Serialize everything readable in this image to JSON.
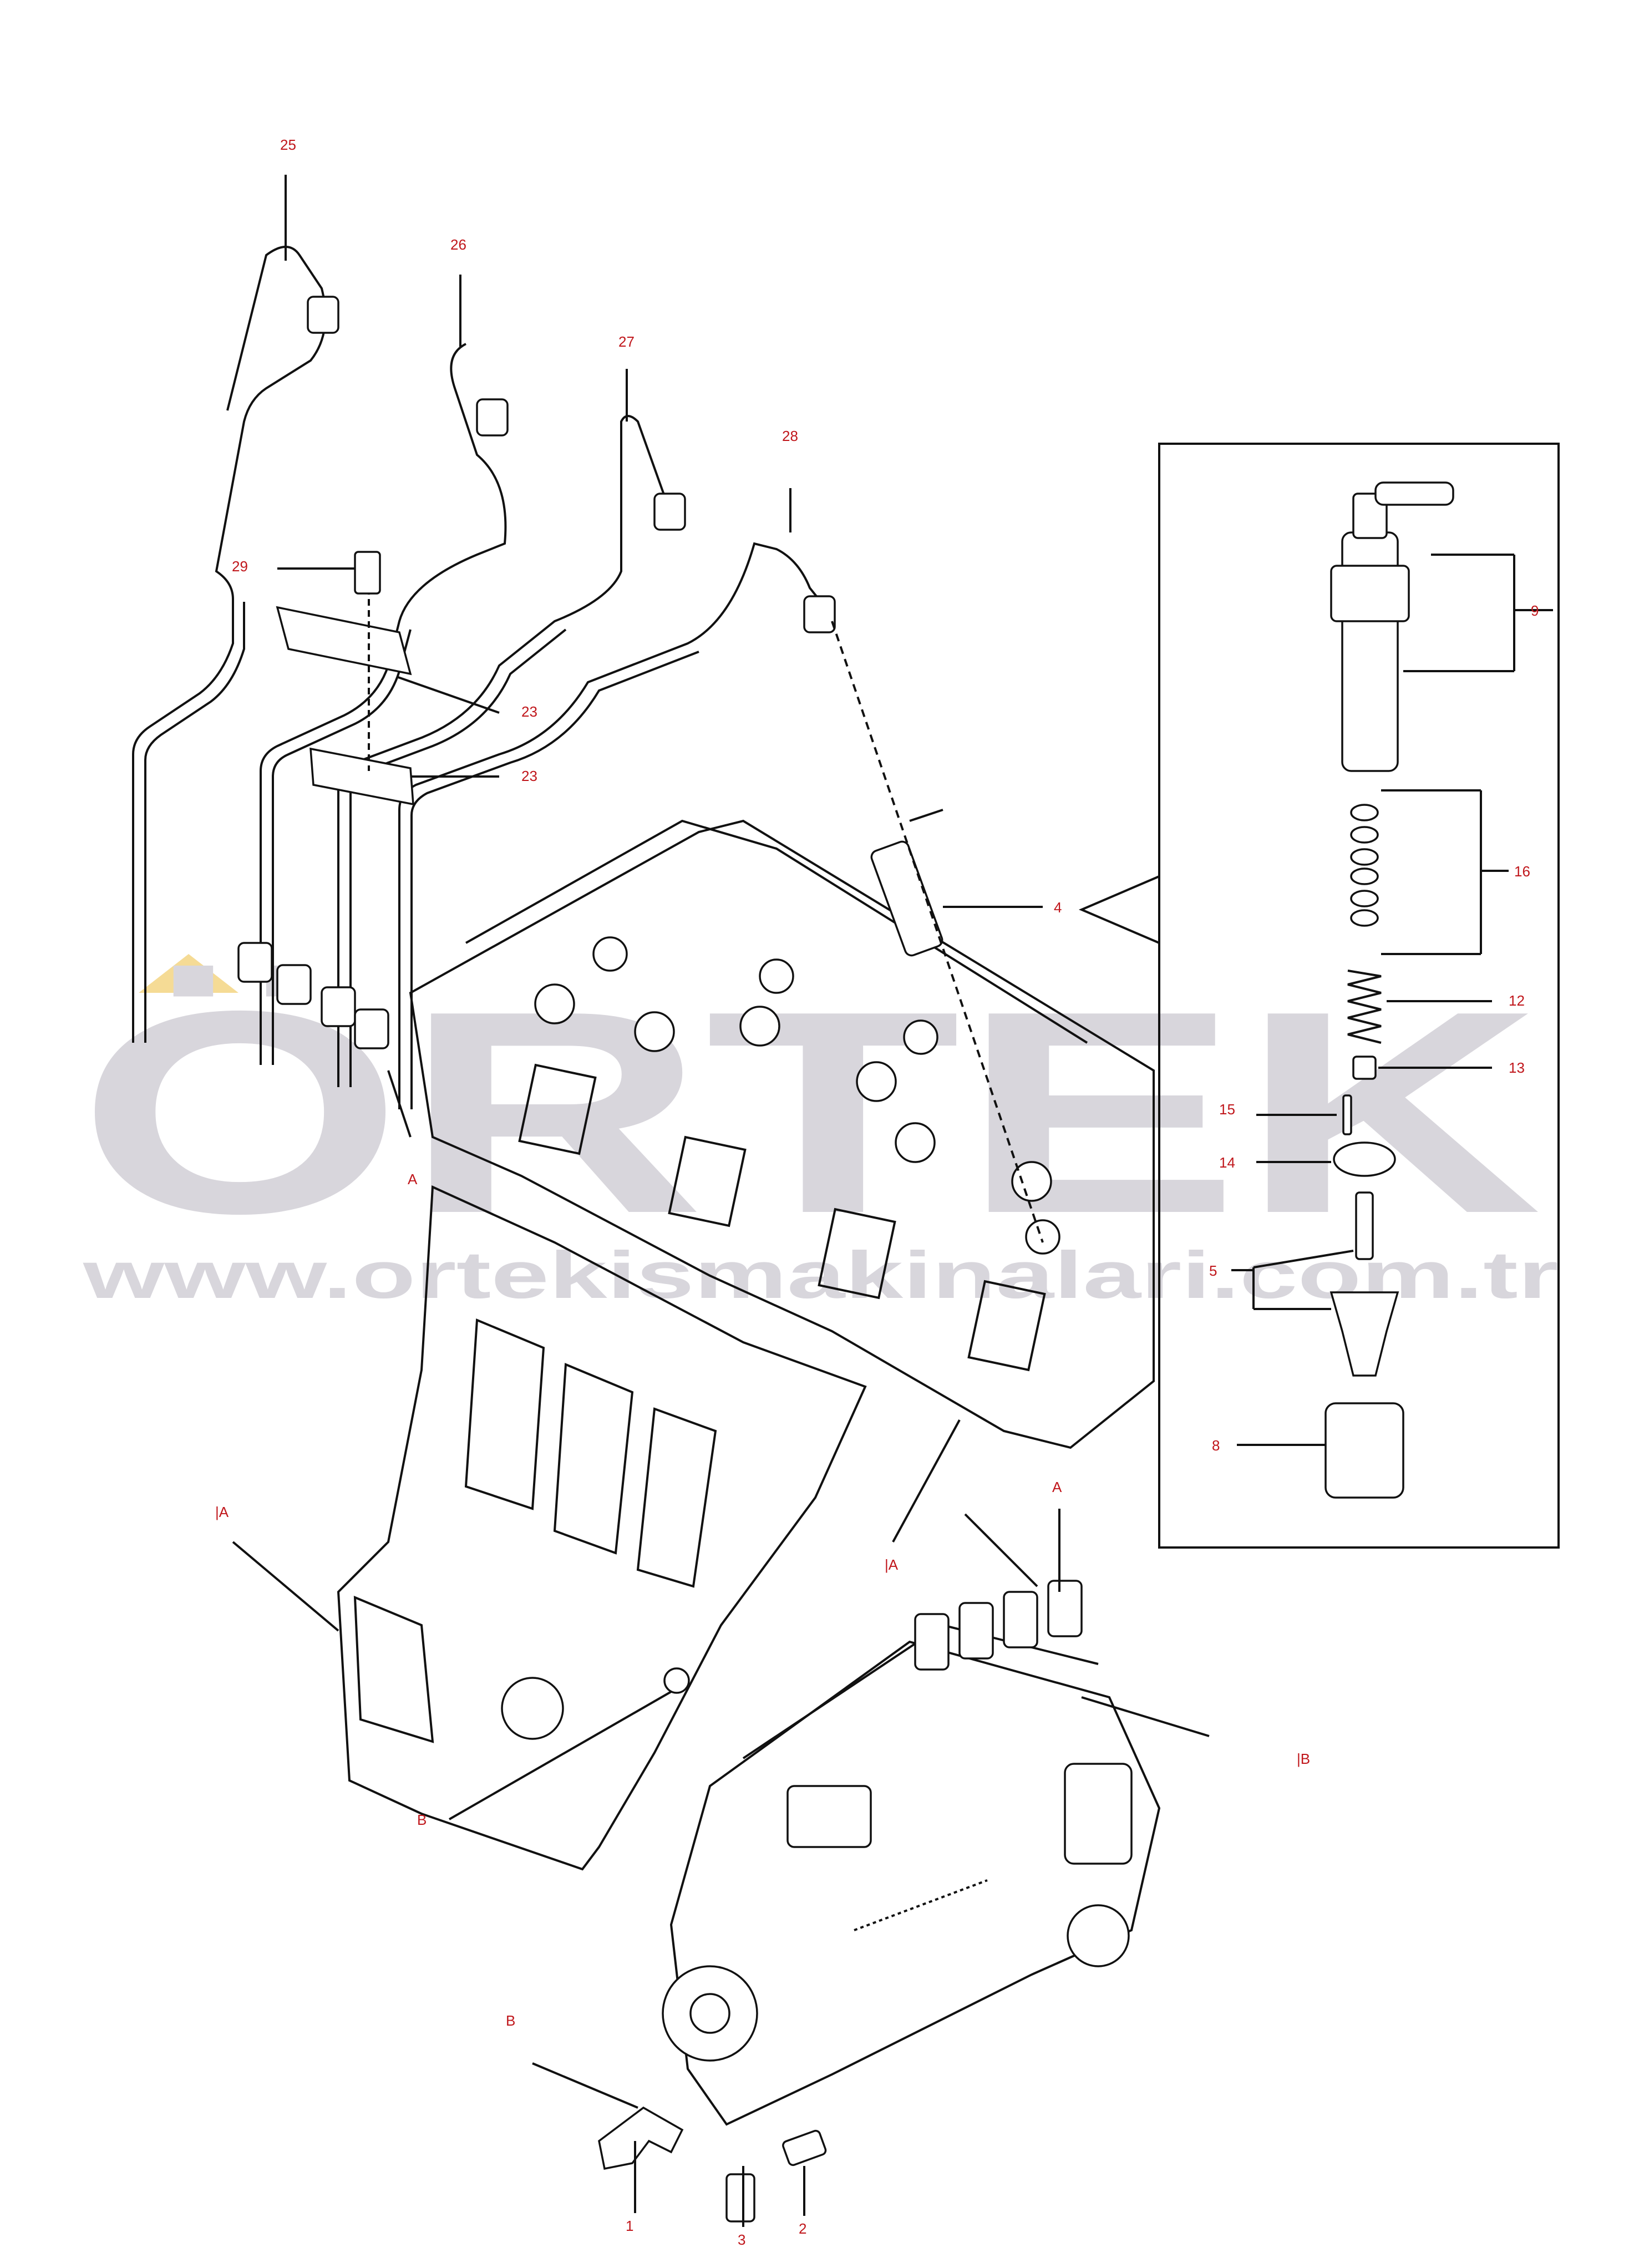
{
  "colors": {
    "callout_text": "#c0161b",
    "line_art": "#111111",
    "watermark": "#d8d6dc",
    "watermark_accent": "#f2d27a"
  },
  "watermark": {
    "logo_text": "ÖRTEK",
    "url_text": "www.ortekismakinalari.com.tr"
  },
  "callouts": {
    "n1": "1",
    "n2": "2",
    "n3": "3",
    "n4": "4",
    "n5": "5",
    "n8": "8",
    "n9": "9",
    "n12": "12",
    "n13": "13",
    "n14": "14",
    "n15": "15",
    "n16": "16",
    "n23a": "23",
    "n23b": "23",
    "n25": "25",
    "n26": "26",
    "n27": "27",
    "n28": "28",
    "n29": "29",
    "ref_a_pipes": "A",
    "ref_a_pump": "A",
    "ref_a_left": "|A",
    "ref_a_mid": "|A",
    "ref_b_engine": "B",
    "ref_b_bracket": "B",
    "ref_b_pump": "|B"
  }
}
